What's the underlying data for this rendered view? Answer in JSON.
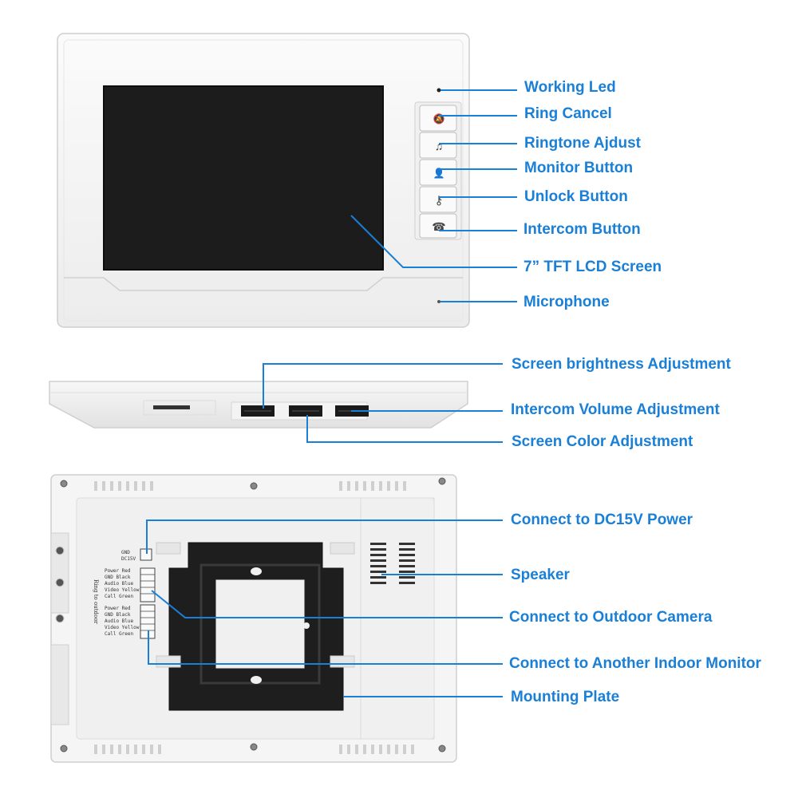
{
  "front": {
    "buttons": [
      {
        "icon": "bell-off-icon",
        "glyph": "🔕"
      },
      {
        "icon": "music-note-icon",
        "glyph": "♫"
      },
      {
        "icon": "person-icon",
        "glyph": "👤"
      },
      {
        "icon": "keys-icon",
        "glyph": "⚷"
      },
      {
        "icon": "telephone-icon",
        "glyph": "☎"
      }
    ],
    "labels": {
      "working_led": "Working Led",
      "ring_cancel": "Ring Cancel",
      "ringtone_adjust": "Ringtone Ajdust",
      "monitor_button": "Monitor Button",
      "unlock_button": "Unlock Button",
      "intercom_button": "Intercom Button",
      "lcd_screen": "7” TFT LCD Screen",
      "microphone": "Microphone"
    }
  },
  "bottom": {
    "labels": {
      "brightness": "Screen brightness Adjustment",
      "intercom_volume": "Intercom Volume Adjustment",
      "color": "Screen Color Adjustment"
    }
  },
  "back": {
    "terminal_text": {
      "gnd": "GND",
      "dc15v": "DC15V",
      "group_outdoor": "Ring to outdoor",
      "rows_top": [
        "Power Red",
        "GND Black",
        "Audio Blue",
        "Video Yellow",
        "Call Green"
      ],
      "rows_bottom": [
        "Power Red",
        "GND Black",
        "Audio Blue",
        "Video Yellow",
        "Call Green"
      ]
    },
    "labels": {
      "dc_power": "Connect to DC15V Power",
      "speaker": "Speaker",
      "outdoor_camera": "Connect to Outdoor Camera",
      "indoor_monitor": "Connect to Another Indoor Monitor",
      "mounting_plate": "Mounting Plate"
    }
  },
  "colors": {
    "accent": "#1a7fd6",
    "screen": "#1c1c1c",
    "device_body": "#f4f4f4",
    "mount_plate": "#1e1e1e"
  }
}
